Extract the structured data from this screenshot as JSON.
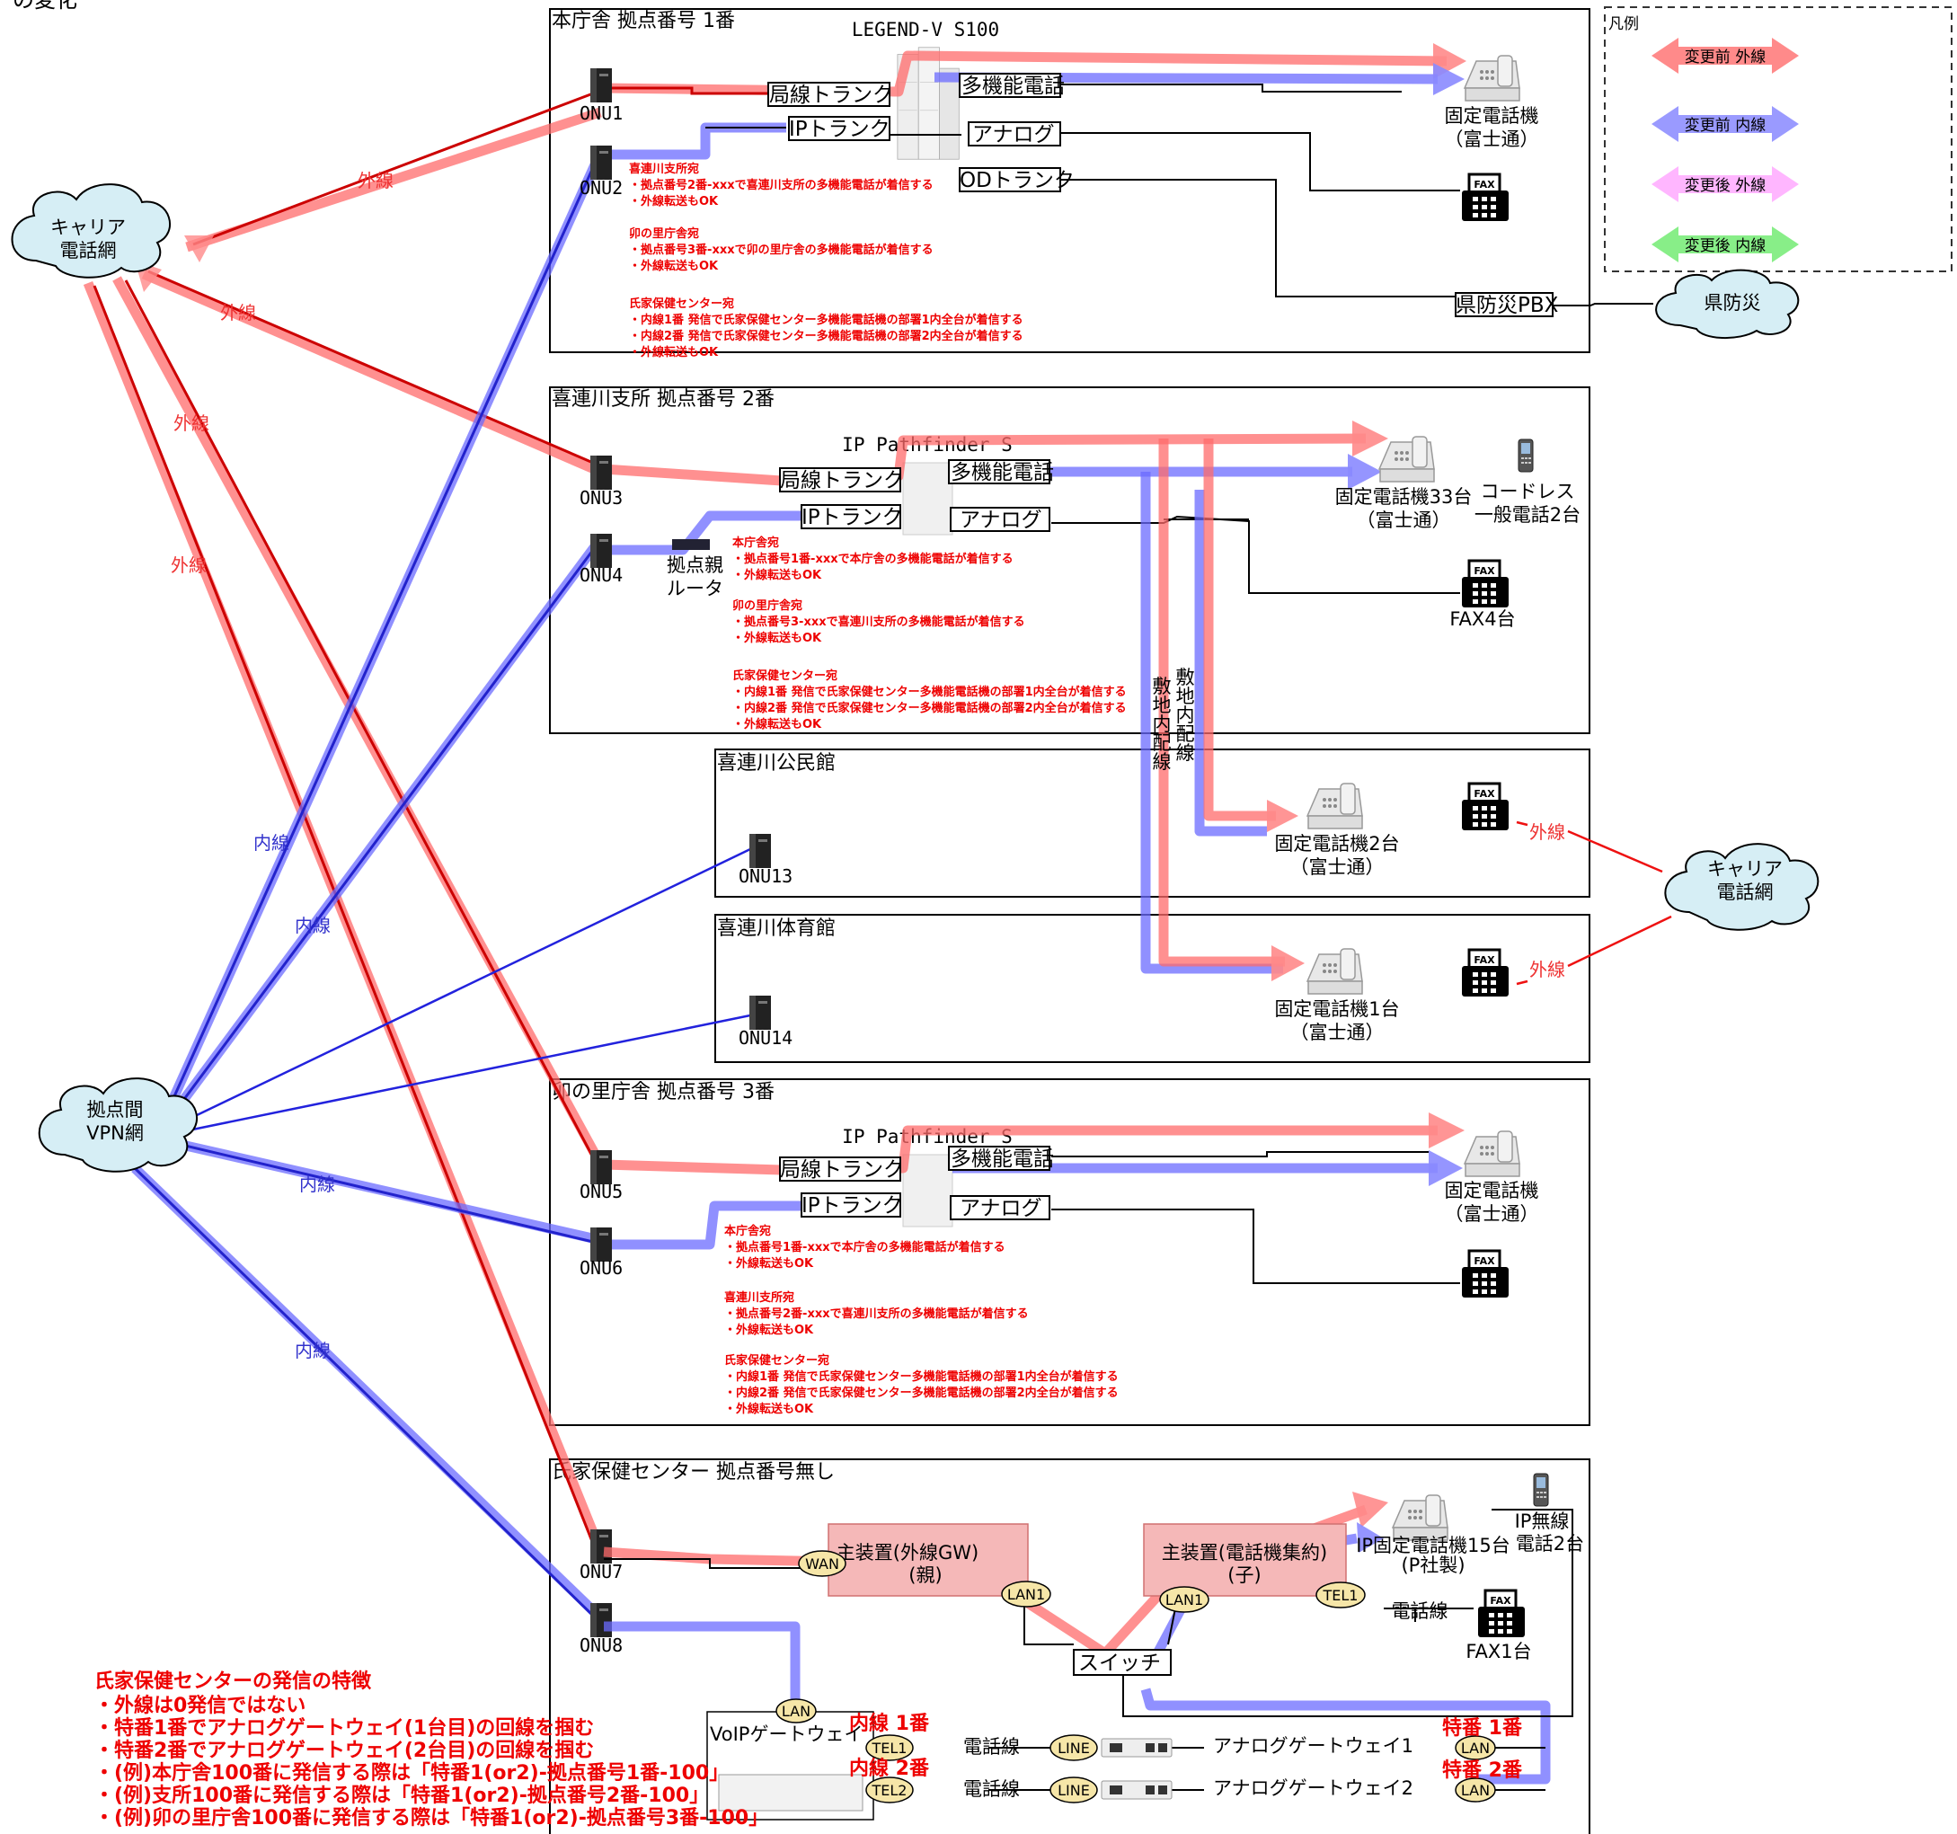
{
  "page_title_fragment": "の変化",
  "sites": [
    {
      "id": "honchosha",
      "title": "本庁舎 拠点番号 1番"
    },
    {
      "id": "kitsuregawa",
      "title": "喜連川支所 拠点番号 2番"
    },
    {
      "id": "kominkan",
      "title": "喜連川公民館"
    },
    {
      "id": "taiikukan",
      "title": "喜連川体育館"
    },
    {
      "id": "unosato",
      "title": "卯の里庁舎 拠点番号 3番"
    },
    {
      "id": "ujiie",
      "title": "氏家保健センター 拠点番号無し"
    }
  ],
  "legend": {
    "title": "凡例",
    "items": [
      {
        "label": "変更前 外線",
        "color": "#ff7b7b"
      },
      {
        "label": "変更前 内線",
        "color": "#8a8aff"
      },
      {
        "label": "変更後 外線",
        "color": "#ffb0ff"
      },
      {
        "label": "変更後 内線",
        "color": "#7ee87e"
      }
    ]
  },
  "clouds": {
    "carrier_left": [
      "キャリア",
      "電話網"
    ],
    "vpn": [
      "拠点間",
      "VPN網"
    ],
    "ken_bousai": "県防災",
    "carrier_right": [
      "キャリア",
      "電話網"
    ]
  },
  "line_labels": {
    "gaisen": "外線",
    "naisen": "内線"
  },
  "onus": [
    "ONU1",
    "ONU2",
    "ONU3",
    "ONU4",
    "ONU13",
    "ONU14",
    "ONU5",
    "ONU6",
    "ONU7",
    "ONU8"
  ],
  "devices": {
    "legend_v": "LEGEND-V S100",
    "ip_pathfinder": "IP Pathfinder S",
    "kyokusen_trunk": "局線トランク",
    "ip_trunk": "IPトランク",
    "od_trunk": "ODトランク",
    "analog": "アナログ",
    "takinou": "多機能電話",
    "ken_bousai_pbx": "県防災PBX",
    "kyoten_router": [
      "拠点親",
      "ルータ"
    ],
    "kotei_fujitsu": [
      "固定電話機",
      "（富士通）"
    ],
    "kotei33": [
      "固定電話機33台",
      "（富士通）"
    ],
    "cordless": [
      "コードレス",
      "一般電話2台"
    ],
    "fax4": "FAX4台",
    "kotei2": [
      "固定電話機2台",
      "（富士通）"
    ],
    "kotei1": [
      "固定電話機1台",
      "（富士通）"
    ],
    "shikichi_nai": "敷地内配線",
    "fax": "FAX"
  },
  "notes": {
    "honchosha": [
      "喜連川支所宛",
      "・拠点番号2番-xxxで喜連川支所の多機能電話が着信する",
      "・外線転送もOK",
      "",
      "卯の里庁舎宛",
      "・拠点番号3番-xxxで卯の里庁舎の多機能電話が着信する",
      "・外線転送もOK",
      "",
      "氏家保健センター宛",
      "・内線1番 発信で氏家保健センター多機能電話機の部署1内全台が着信する",
      "・内線2番 発信で氏家保健センター多機能電話機の部署2内全台が着信する",
      "・外線転送もOK"
    ],
    "kitsuregawa": [
      "本庁舎宛",
      "・拠点番号1番-xxxで本庁舎の多機能電話が着信する",
      "・外線転送もOK",
      "",
      "卯の里庁舎宛",
      "・拠点番号3-xxxで喜連川支所の多機能電話が着信する",
      "・外線転送もOK",
      "",
      "氏家保健センター宛",
      "・内線1番 発信で氏家保健センター多機能電話機の部署1内全台が着信する",
      "・内線2番 発信で氏家保健センター多機能電話機の部署2内全台が着信する",
      "・外線転送もOK"
    ],
    "unosato": [
      "本庁舎宛",
      "・拠点番号1番-xxxで本庁舎の多機能電話が着信する",
      "・外線転送もOK",
      "",
      "喜連川支所宛",
      "・拠点番号2番-xxxで喜連川支所の多機能電話が着信する",
      "・外線転送もOK",
      "",
      "氏家保健センター宛",
      "・内線1番 発信で氏家保健センター多機能電話機の部署1内全台が着信する",
      "・内線2番 発信で氏家保健センター多機能電話機の部署2内全台が着信する",
      "・外線転送もOK"
    ]
  },
  "ujiie": {
    "main_gw": [
      "主装置(外線GW)",
      "(親)"
    ],
    "main_child": [
      "主装置(電話機集約)",
      "(子)"
    ],
    "wan": "WAN",
    "lan1": "LAN1",
    "tel1": "TEL1",
    "tel2": "TEL2",
    "lan": "LAN",
    "line": "LINE",
    "switch": "スイッチ",
    "ip_phone": [
      "IP固定電話機15台",
      "(P社製)"
    ],
    "ip_wireless": [
      "IP無線",
      "電話2台"
    ],
    "fax1": "FAX1台",
    "denwasen": "電話線",
    "voip_gw": "VoIPゲートウェイ",
    "analog_gw1": "アナログゲートウェイ1",
    "analog_gw2": "アナログゲートウェイ2",
    "naisen1": "内線 1番",
    "naisen2": "内線 2番",
    "tokuban1": "特番 1番",
    "tokuban2": "特番 2番"
  },
  "bottom_notes": {
    "title": "氏家保健センターの発信の特徴",
    "lines": [
      "・外線は0発信ではない",
      "・特番1番でアナログゲートウェイ(1台目)の回線を掴む",
      "・特番2番でアナログゲートウェイ(2台目)の回線を掴む",
      "・(例)本庁舎100番に発信する際は「特番1(or2)-拠点番号1番-100」",
      "・(例)支所100番に発信する際は「特番1(or2)-拠点番号2番-100」",
      "・(例)卯の里庁舎100番に発信する際は「特番1(or2)-拠点番号3番-100」"
    ]
  }
}
